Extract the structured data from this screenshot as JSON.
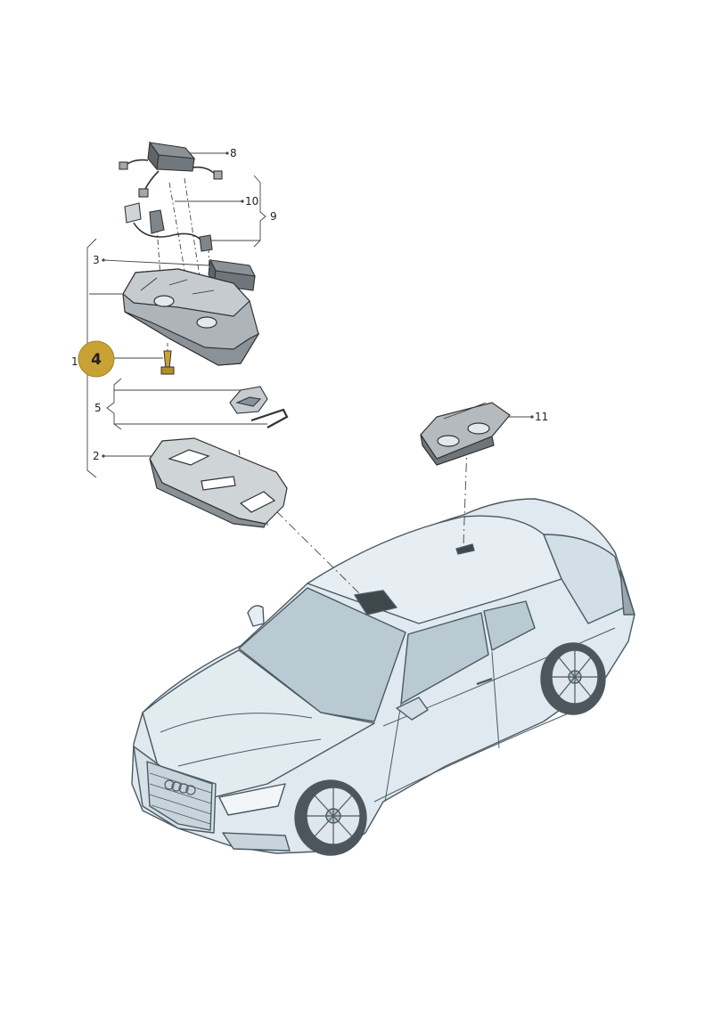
{
  "callouts": {
    "c1": "1",
    "c2": "2",
    "c3": "3",
    "c4": "4",
    "c5": "5",
    "c8": "8",
    "c9": "9",
    "c10": "10",
    "c11": "11"
  },
  "colors": {
    "highlight": "#c9a236",
    "line": "#444444",
    "car_body": "#dfe9ef",
    "car_stroke": "#4c5a63",
    "glass": "#b9cad3",
    "part_dark": "#6f767b",
    "part_light": "#d8dcdf"
  }
}
